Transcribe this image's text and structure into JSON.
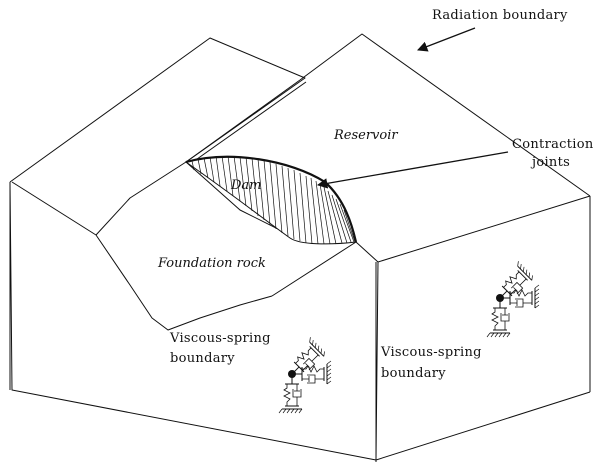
{
  "labels": {
    "radiation_boundary": "Radiation boundary",
    "reservoir": "Reservoir",
    "contraction_1": "Contraction",
    "contraction_2": "joints",
    "dam": "Dam",
    "foundation_rock": "Foundation rock",
    "viscous_left_1": "Viscous-spring",
    "viscous_left_2": "boundary",
    "viscous_right_1": "Viscous-spring",
    "viscous_right_2": "boundary"
  },
  "icons": {
    "spring_damper": "viscous-spring-damper-icon",
    "arrow": "arrow-icon"
  },
  "colors": {
    "line": "#111111",
    "background": "#ffffff"
  }
}
